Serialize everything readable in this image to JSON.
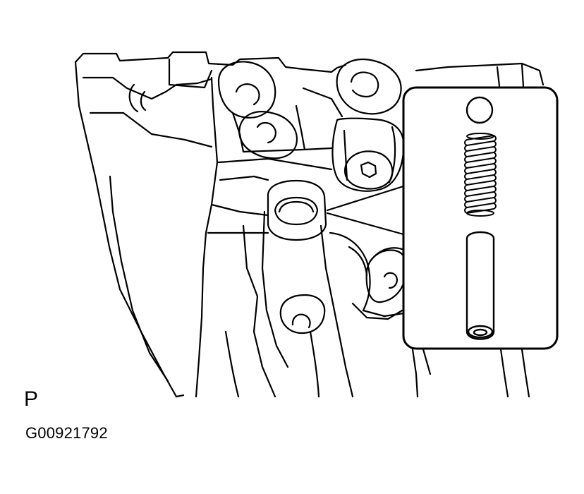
{
  "figure": {
    "marker_label": "P",
    "figure_id": "G00921792"
  },
  "parts": [
    {
      "name": "transmission-case-housing"
    },
    {
      "name": "bore-hole"
    },
    {
      "name": "hex-socket-plug"
    },
    {
      "name": "ball"
    },
    {
      "name": "compression-spring"
    },
    {
      "name": "pin"
    }
  ],
  "colors": {
    "line": "#000000",
    "background": "#ffffff"
  }
}
